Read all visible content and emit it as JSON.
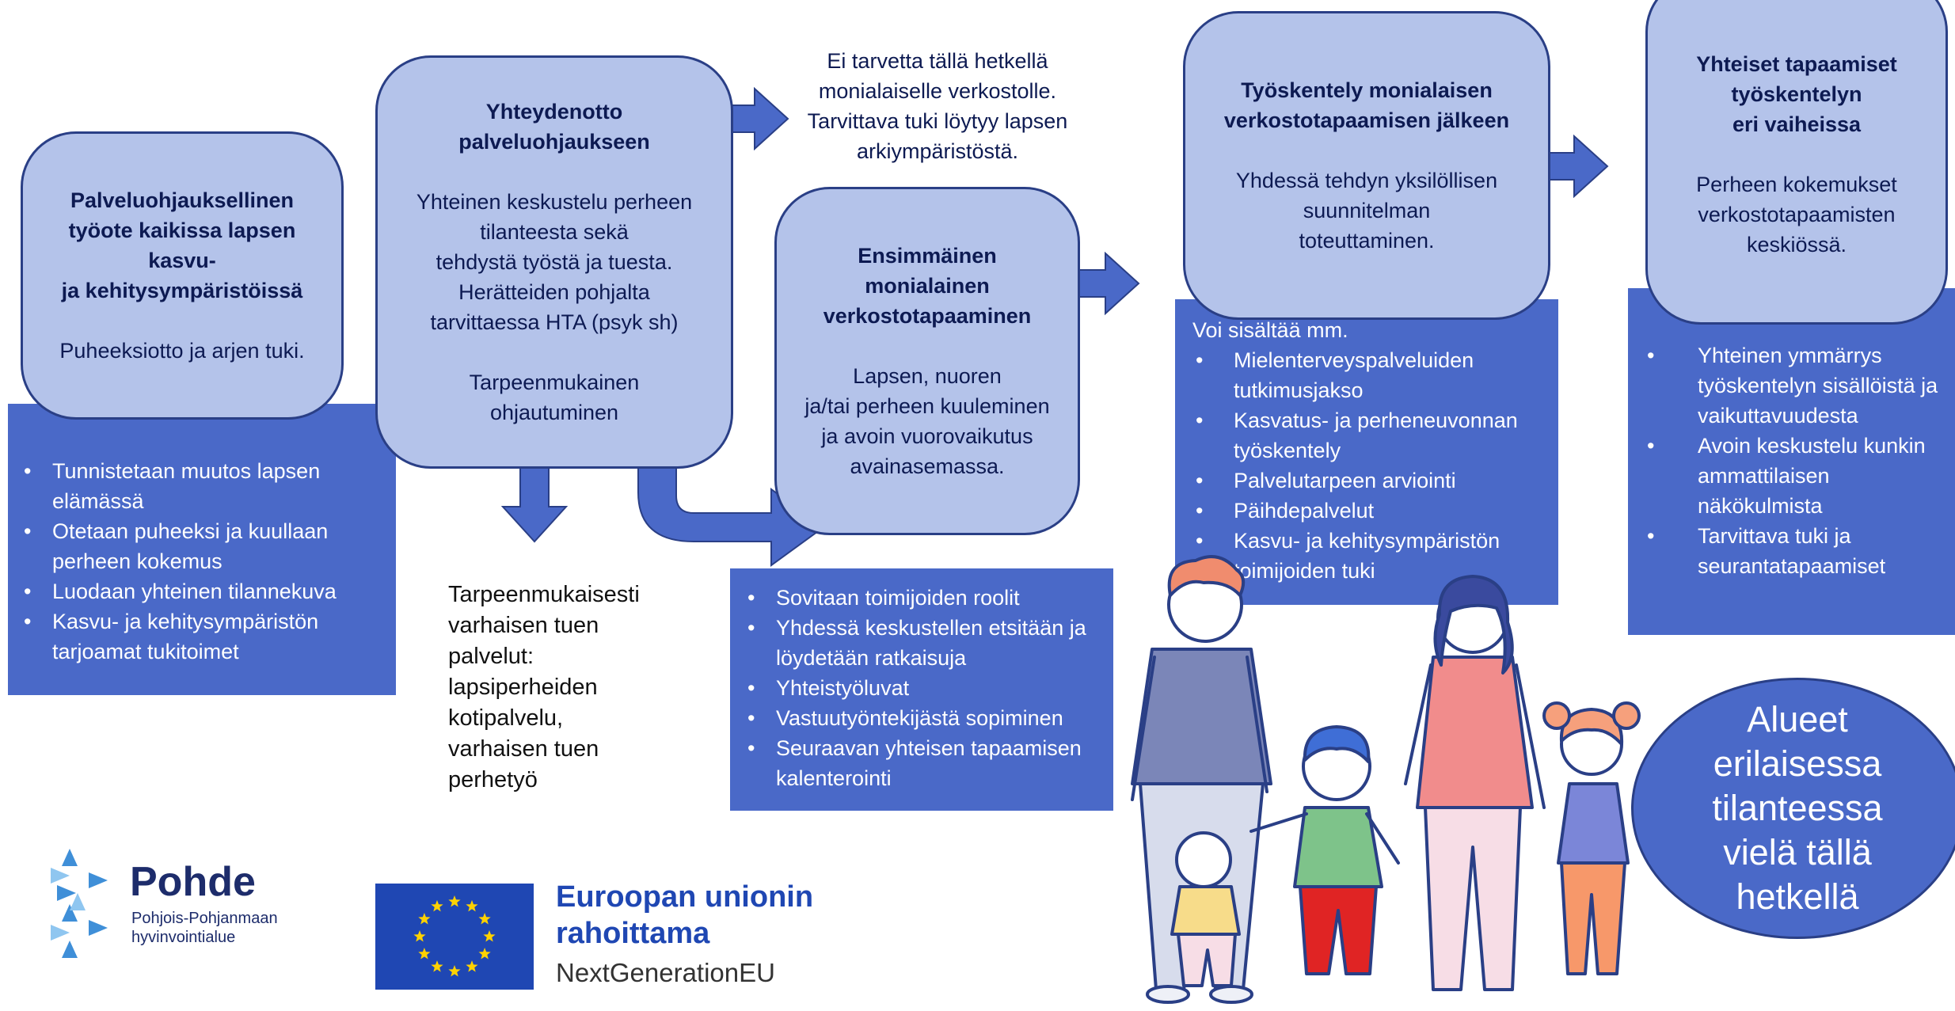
{
  "colors": {
    "card_fill": "#b4c3ea",
    "card_border": "#2a3f86",
    "panel_fill": "#4a69c8",
    "arrow_fill": "#4a69c8",
    "text_dark": "#0d1a52",
    "pohde_blue": "#1d2c6b",
    "eu_blue": "#1f47b3",
    "eu_star": "#ffd200"
  },
  "box1": {
    "title_lines": [
      "Palveluohjauksellinen",
      "työote kaikissa lapsen",
      "kasvu-",
      "ja kehitysympäristöissä"
    ],
    "body": "Puheeksiotto ja arjen tuki."
  },
  "panel1": {
    "items": [
      "Tunnistetaan muutos lapsen elämässä",
      "Otetaan puheeksi ja kuullaan perheen kokemus",
      "Luodaan yhteinen  tilannekuva",
      "Kasvu- ja kehitysympäristön tarjoamat tukitoimet"
    ]
  },
  "box2": {
    "title_lines": [
      "Yhteydenotto",
      "palveluohjaukseen"
    ],
    "body_lines": [
      "Yhteinen keskustelu perheen",
      "tilanteesta sekä",
      "tehdystä työstä ja tuesta.",
      "Herätteiden pohjalta",
      "tarvittaessa HTA (psyk sh)"
    ],
    "body2_lines": [
      "Tarpeenmukainen",
      "ohjautuminen"
    ]
  },
  "note_top": {
    "lines": [
      "Ei tarvetta tällä hetkellä",
      "monialaiselle verkostolle.",
      "Tarvittava tuki löytyy lapsen",
      "arkiympäristöstä."
    ]
  },
  "note_early": {
    "lines": [
      "Tarpeenmukaisesti",
      "varhaisen tuen",
      "palvelut:",
      "lapsiperheiden",
      "kotipalvelu,",
      "varhaisen tuen",
      "perhetyö"
    ]
  },
  "box3": {
    "title_lines": [
      "Ensimmäinen",
      "monialainen",
      "verkostotapaaminen"
    ],
    "body_lines": [
      "Lapsen, nuoren",
      "ja/tai perheen kuuleminen",
      "ja avoin vuorovaikutus",
      "avainasemassa."
    ]
  },
  "panel3": {
    "items": [
      "Sovitaan toimijoiden roolit",
      "Yhdessä keskustellen etsitään ja löydetään ratkaisuja",
      "Yhteistyöluvat",
      "Vastuutyöntekijästä sopiminen",
      "Seuraavan yhteisen tapaamisen kalenterointi"
    ]
  },
  "box4": {
    "title_lines": [
      "Työskentely monialaisen",
      "verkostotapaamisen jälkeen"
    ],
    "body_lines": [
      "Yhdessä tehdyn yksilöllisen",
      "suunnitelman",
      "toteuttaminen."
    ]
  },
  "panel4": {
    "intro": "Voi sisältää mm.",
    "items": [
      "Mielenterveyspalveluiden tutkimusjakso",
      "Kasvatus- ja perheneuvonnan työskentely",
      "Palvelutarpeen arviointi",
      "Päihdepalvelut",
      "Kasvu- ja kehitysympäristön toimijoiden tuki"
    ]
  },
  "box5": {
    "title_lines": [
      "Yhteiset tapaamiset",
      "työskentelyn",
      "eri vaiheissa"
    ],
    "body_lines": [
      "Perheen kokemukset",
      "verkostotapaamisten",
      "keskiössä."
    ]
  },
  "panel5": {
    "items": [
      "Yhteinen ymmärrys työskentelyn sisällöistä ja vaikuttavuudesta",
      "Avoin keskustelu kunkin ammattilaisen näkökulmista",
      "Tarvittava tuki ja seurantatapaamiset"
    ]
  },
  "circle": {
    "lines": [
      "Alueet",
      "erilaisessa",
      "tilanteessa",
      "vielä tällä",
      "hetkellä"
    ]
  },
  "logo_pohde": {
    "name": "Pohde",
    "sub_lines": [
      "Pohjois-Pohjanmaan",
      "hyvinvointialue"
    ]
  },
  "logo_eu": {
    "line1": "Euroopan unionin",
    "line2": "rahoittama",
    "line3": "NextGenerationEU"
  },
  "icons": {
    "arrows": "arrow-right-icon",
    "eu_flag": "eu-flag-icon",
    "pohde_mark": "pohde-star-icon",
    "family": "family-illustration"
  }
}
